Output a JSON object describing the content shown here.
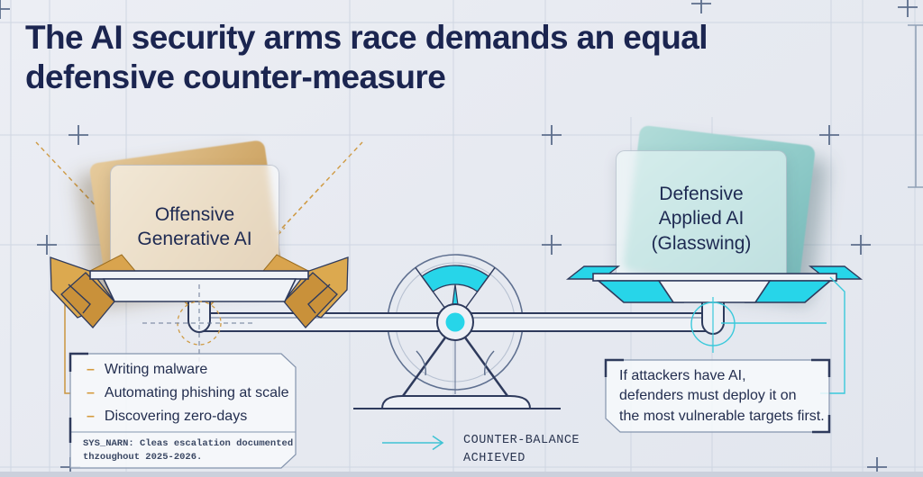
{
  "title": "The AI security arms race demands an equal\ndefensive counter-measure",
  "scale": {
    "left_card_label": "Offensive\nGenerative AI",
    "right_card_label": "Defensive\nApplied AI\n(Glasswing)"
  },
  "left_panel": {
    "marker": "–",
    "bullets": [
      "Writing malware",
      "Automating phishing at scale",
      "Discovering zero-days"
    ],
    "footnote": "SYS_NARN: Cleas escalation documented\nthzoughout 2025-2026."
  },
  "right_panel": {
    "text": "If attackers have AI,\ndefenders must deploy it on\nthe most vulnerable targets first."
  },
  "status": {
    "label": "COUNTER-BALANCE\nACHIEVED"
  },
  "colors": {
    "navy": "#1b2550",
    "cyan": "#27d5e9",
    "amber": "#d9a44e",
    "teal_line": "#3fc3d4",
    "background": "#e8ebf1"
  }
}
